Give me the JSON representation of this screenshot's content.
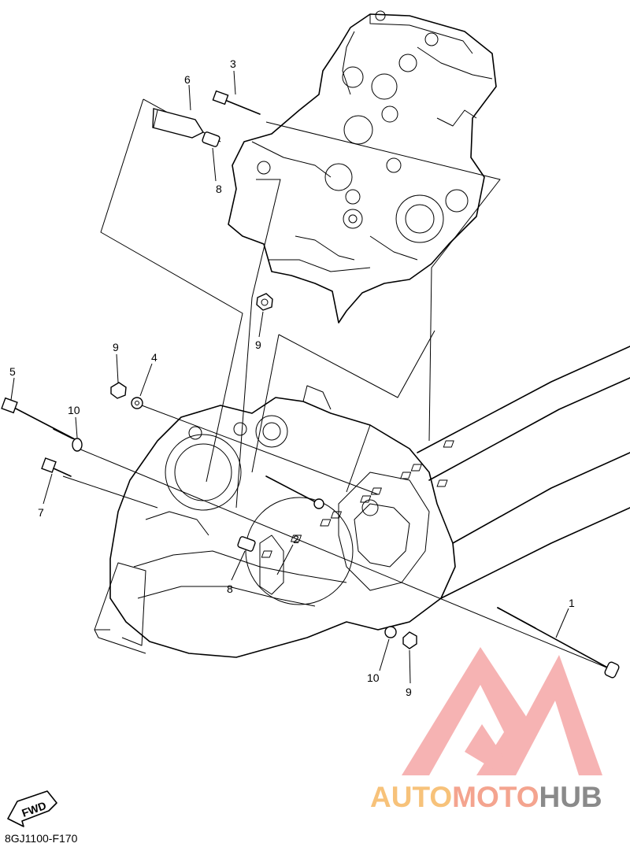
{
  "diagram_code": "8GJ1100-F170",
  "fwd_label": "FWD",
  "callouts": {
    "c1": "1",
    "c2": "2",
    "c3": "3",
    "c4": "4",
    "c5": "5",
    "c6": "6",
    "c7": "7",
    "c8a": "8",
    "c8b": "8",
    "c9a": "9",
    "c9b": "9",
    "c9c": "9",
    "c10a": "10",
    "c10b": "10"
  },
  "watermark": {
    "part1": "AUTO",
    "part2": "MOTO",
    "part3": "HUB",
    "colors": {
      "part1": "#f7c27a",
      "part2": "#f4a48f",
      "part3": "#8a8a8a",
      "logo": "#f49a9a"
    }
  }
}
